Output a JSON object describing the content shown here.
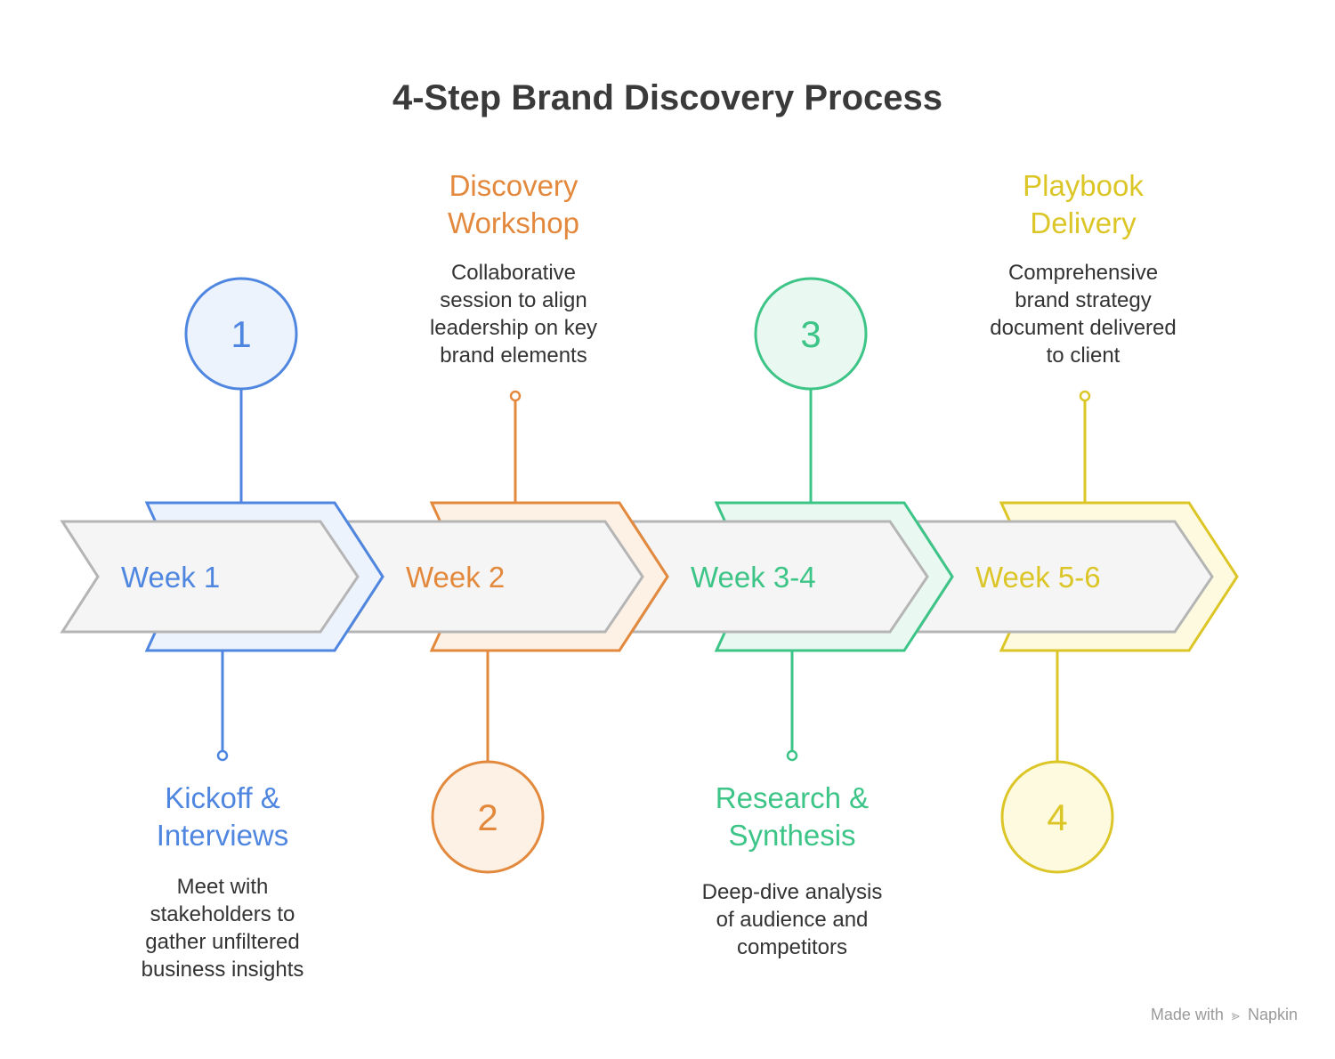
{
  "title": "4-Step Brand Discovery Process",
  "colors": {
    "blue": "#4f86e0",
    "orange": "#e3893d",
    "green": "#3dc487",
    "yellow": "#dcc627",
    "arrow_fill": "#f5f5f5",
    "arrow_stroke": "#b5b5b5",
    "desc_text": "#333333",
    "title_text": "#3a3a3a"
  },
  "steps": [
    {
      "number": "1",
      "week": "Week 1",
      "title": "Kickoff &\nInterviews",
      "description": "Meet with\nstakeholders to\ngather unfiltered\nbusiness insights",
      "color": "#4f86e0",
      "tint": "#edf3fd",
      "circle_position": "top",
      "text_position": "bottom"
    },
    {
      "number": "2",
      "week": "Week 2",
      "title": "Discovery\nWorkshop",
      "description": "Collaborative\nsession to align\nleadership on key\nbrand elements",
      "color": "#e3893d",
      "tint": "#fdf1e6",
      "circle_position": "bottom",
      "text_position": "top"
    },
    {
      "number": "3",
      "week": "Week 3-4",
      "title": "Research &\nSynthesis",
      "description": "Deep-dive analysis\nof audience and\ncompetitors",
      "color": "#3dc487",
      "tint": "#e9f8f0",
      "circle_position": "top",
      "text_position": "bottom"
    },
    {
      "number": "4",
      "week": "Week 5-6",
      "title": "Playbook\nDelivery",
      "description": "Comprehensive\nbrand strategy\ndocument delivered\nto client",
      "color": "#dcc627",
      "tint": "#fdfae0",
      "circle_position": "bottom",
      "text_position": "top"
    }
  ],
  "watermark": {
    "prefix": "Made with",
    "brand": "Napkin"
  }
}
